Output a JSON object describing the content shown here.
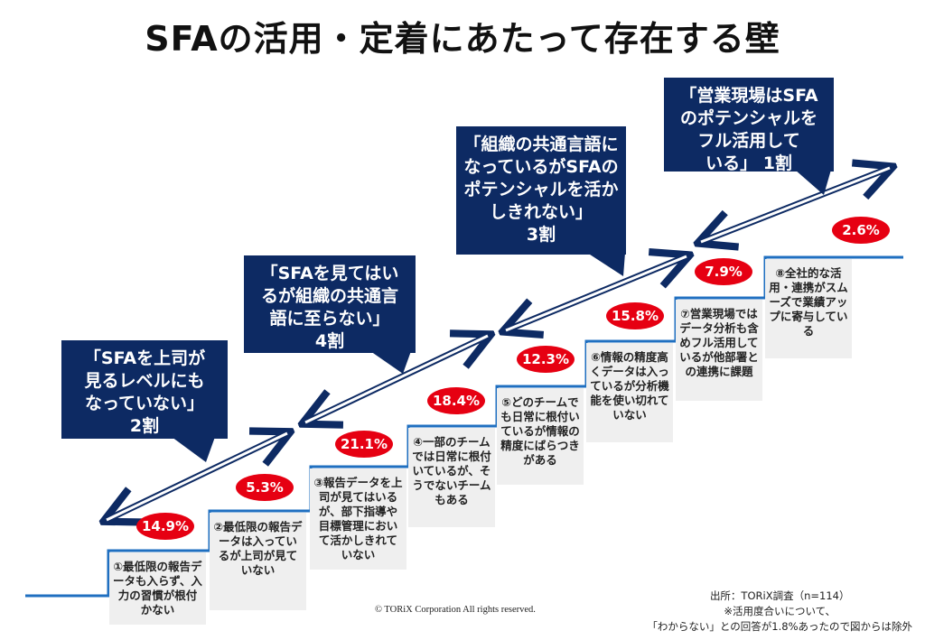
{
  "title": "SFAの活用・定着にあたって存在する壁",
  "steps": [
    {
      "label": "①最低限の報告データも入らず、入力の習慣が根付かない",
      "percent": "14.9%"
    },
    {
      "label": "②最低限の報告データは入っているが上司が見ていない",
      "percent": "5.3%"
    },
    {
      "label": "③報告データを上司が見てはいるが、部下指導や目標管理において活かしきれていない",
      "percent": "21.1%"
    },
    {
      "label": "④一部のチームでは日常に根付いているが、そうでないチームもある",
      "percent": "18.4%"
    },
    {
      "label": "⑤どのチームでも日常に根付いているが情報の精度にばらつきがある",
      "percent": "12.3%"
    },
    {
      "label": "⑥情報の精度高くデータは入っているが分析機能を使い切れていない",
      "percent": "15.8%"
    },
    {
      "label": "⑦営業現場ではデータ分析も含めフル活用しているが他部署との連携に課題",
      "percent": "7.9%"
    },
    {
      "label": "⑧全社的な活用・連携がスムーズで業績アップに寄与している",
      "percent": "2.6%"
    }
  ],
  "callouts": [
    {
      "text": "「SFAを上司が\n見るレベルにも\nなっていない」\n2割"
    },
    {
      "text": "「SFAを見てはい\nるが組織の共通言\n語に至らない」\n4割"
    },
    {
      "text": "「組織の共通言語に\nなっているがSFAの\nポテンシャルを活か\nしきれない」\n3割"
    },
    {
      "text": "「営業現場はSFA\nのポテンシャルを\nフル活用して\nいる」 1割"
    }
  ],
  "copyright": "© TORiX Corporation All rights reserved.",
  "source": {
    "line1": "出所：TORiX調査（n=114）",
    "line2": "※活用度合いについて、",
    "line3": "「わからない」との回答が1.8%あったので図からは除外"
  },
  "colors": {
    "navy": "#0d2a63",
    "red": "#e60012",
    "step_line": "#1f6fc0",
    "box": "#efefef"
  }
}
